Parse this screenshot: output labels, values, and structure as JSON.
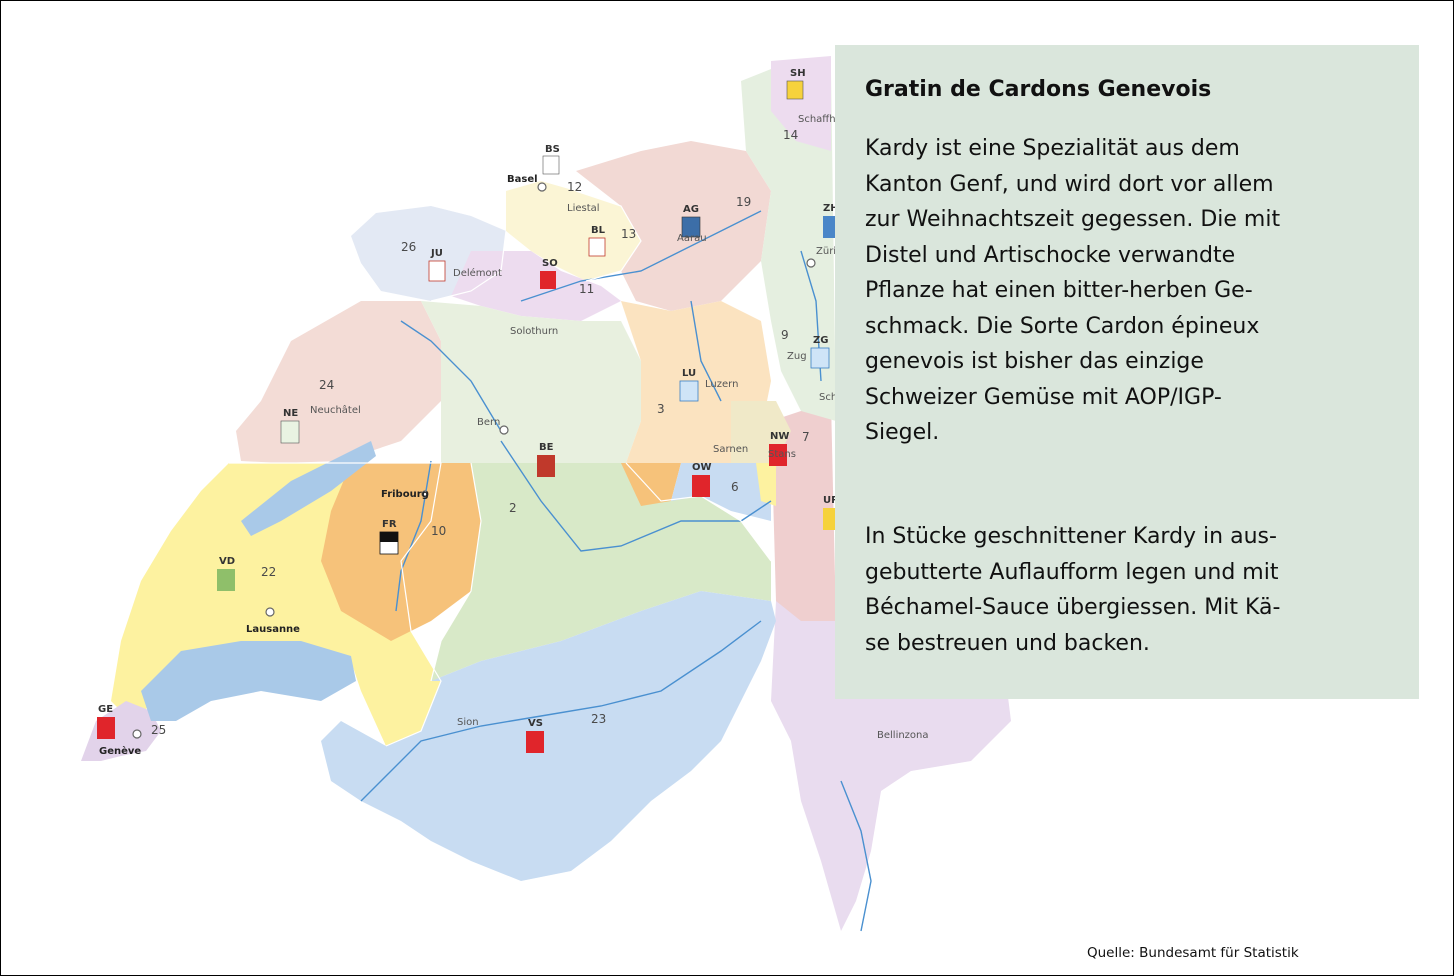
{
  "card": {
    "title": "Gratin de Cardons Genevois",
    "paragraph1_lines": [
      "Kardy ist eine Spezialität aus dem",
      "Kanton Genf, und wird dort vor allem",
      "zur Weihnachtszeit gegessen. Die mit",
      "Distel und Artischocke verwandte",
      "Pflanze hat einen bitter-herben Ge-",
      "schmack. Die Sorte Cardon épineux",
      "genevois ist bisher das einzige",
      "Schweizer Gemüse mit AOP/IGP-",
      "Siegel."
    ],
    "paragraph2_lines": [
      "In Stücke geschnittener Kardy in aus-",
      "gebutterte Auflaufform legen und mit",
      "Béchamel-Sauce übergiessen. Mit Kä-",
      "se bestreuen und backen."
    ]
  },
  "source": "Quelle: Bundesamt für Statistik",
  "map": {
    "colors": {
      "yellow": "#fdf2a0",
      "orange": "#f6c27a",
      "green": "#d8e9c8",
      "blue": "#c8dcf2",
      "pink": "#efc9c6",
      "violet": "#e2d3ea",
      "water": "#a9c9e8",
      "river": "#4a90d0",
      "border": "#ffffff"
    },
    "canton_numbers": [
      "26",
      "13",
      "11",
      "19",
      "24",
      "3",
      "9",
      "7",
      "6",
      "2",
      "10",
      "22",
      "23",
      "25",
      "14",
      "12"
    ],
    "canton_abbreviations": [
      "SH",
      "BS",
      "BL",
      "AG",
      "JU",
      "SO",
      "ZG",
      "LU",
      "NE",
      "BE",
      "NW",
      "OW",
      "FR",
      "VD",
      "GE",
      "VS",
      "ZH",
      "UR"
    ],
    "cities": [
      "Schaffh",
      "Basel",
      "Liestal",
      "Aarau",
      "Züri",
      "Delémont",
      "Solothurn",
      "Zug",
      "Luzern",
      "Schw",
      "Neuchâtel",
      "Bern",
      "Stans",
      "Sarnen",
      "Fribourg",
      "Lausanne",
      "Sion",
      "Genève",
      "Bellinzona"
    ]
  }
}
